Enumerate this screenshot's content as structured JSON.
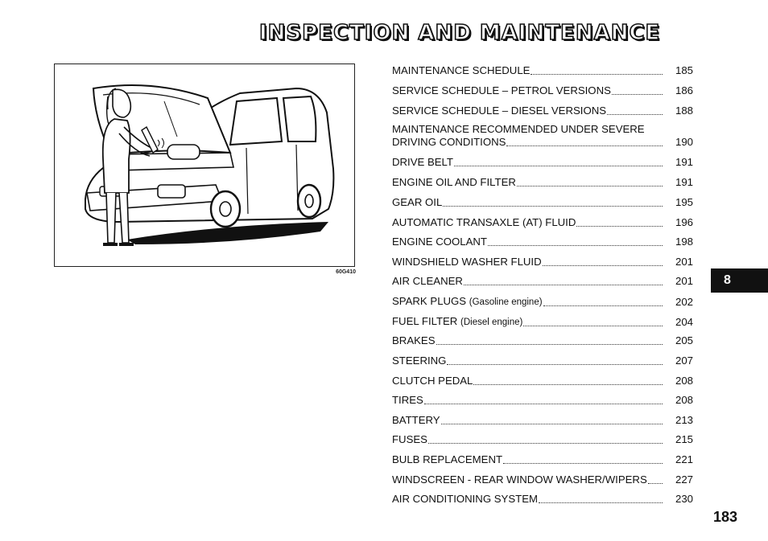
{
  "title": "INSPECTION AND MAINTENANCE",
  "figure": {
    "code": "60G410"
  },
  "toc": [
    {
      "label": "MAINTENANCE SCHEDULE",
      "page": "185"
    },
    {
      "label": "SERVICE SCHEDULE – PETROL VERSIONS",
      "page": "186"
    },
    {
      "label": "SERVICE SCHEDULE – DIESEL VERSIONS",
      "page": "188"
    },
    {
      "label": "MAINTENANCE RECOMMENDED UNDER SEVERE",
      "label_line2": "DRIVING CONDITIONS",
      "page": "190"
    },
    {
      "label": "DRIVE BELT",
      "page": "191"
    },
    {
      "label": "ENGINE OIL AND FILTER",
      "page": "191"
    },
    {
      "label": "GEAR OIL",
      "page": "195"
    },
    {
      "label": "AUTOMATIC TRANSAXLE (AT) FLUID",
      "page": "196"
    },
    {
      "label": "ENGINE COOLANT",
      "page": "198"
    },
    {
      "label": "WINDSHIELD WASHER FLUID",
      "page": "201"
    },
    {
      "label": "AIR CLEANER",
      "page": "201"
    },
    {
      "label": "SPARK PLUGS",
      "label_small": "(Gasoline engine)",
      "page": "202"
    },
    {
      "label": "FUEL FILTER",
      "label_small": "(Diesel engine)",
      "page": "204"
    },
    {
      "label": "BRAKES",
      "page": "205"
    },
    {
      "label": "STEERING",
      "page": "207"
    },
    {
      "label": "CLUTCH PEDAL",
      "page": "208"
    },
    {
      "label": "TIRES",
      "page": "208"
    },
    {
      "label": "BATTERY",
      "page": "213"
    },
    {
      "label": "FUSES",
      "page": "215"
    },
    {
      "label": "BULB REPLACEMENT",
      "page": "221"
    },
    {
      "label": "WINDSCREEN - REAR WINDOW WASHER/WIPERS",
      "page": "227"
    },
    {
      "label": "AIR CONDITIONING SYSTEM",
      "page": "230"
    }
  ],
  "chapter_tab": "8",
  "page_number": "183"
}
